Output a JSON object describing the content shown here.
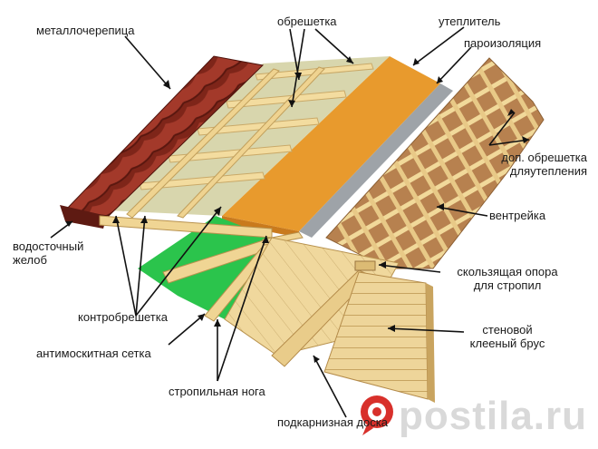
{
  "labels": {
    "metal_tile": "металлочерепица",
    "batten": "обрешетка",
    "insulation": "утеплитель",
    "vapor_barrier": "пароизоляция",
    "extra_batten_1": "доп. обрешетка",
    "extra_batten_2": "дляутепления",
    "vent": "вентрейка",
    "sliding_support_1": "скользящая опора",
    "sliding_support_2": "для стропил",
    "wall_beam_1": "стеновой",
    "wall_beam_2": "клееный брус",
    "fascia": "подкарнизная доска",
    "rafter": "стропильная нога",
    "mosquito_net": "антимоскитная сетка",
    "counter_batten": "контробрешетка",
    "gutter_1": "водосточный",
    "gutter_2": "желоб"
  },
  "watermark": "postila.ru",
  "colors": {
    "wood_light": "#f1d99a",
    "wood_mid": "#e3c47c",
    "wood_dark": "#b48b4a",
    "tile_red": "#8c2b1f",
    "membrane_beige": "#d9d7ae",
    "insulation_orange": "#e79a2d",
    "vapor_grey": "#9a9ea3",
    "net_green": "#27c24a",
    "watermark_red": "#d8302b"
  },
  "icons": {
    "watermark": "pin-icon"
  }
}
